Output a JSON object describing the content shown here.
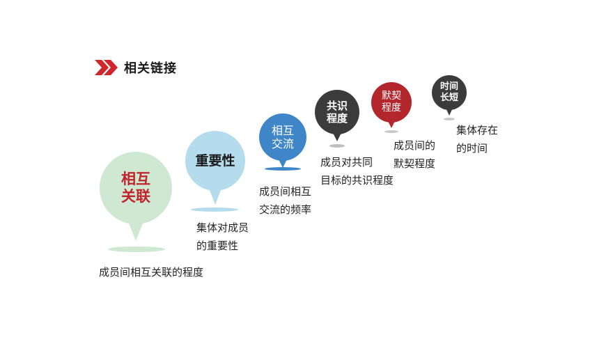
{
  "header": {
    "title": "相关链接"
  },
  "colors": {
    "accent_red": "#d0262c",
    "pin1": "#cfe8d2",
    "pin1_text": "#c0242a",
    "pin2": "#b4dced",
    "pin2_text": "#1a1a1a",
    "pin3": "#3f86c8",
    "pin4": "#3b3b3b",
    "pin5": "#b3262b",
    "pin6": "#3b3b3b"
  },
  "pins": [
    {
      "label": [
        "相互",
        "关联"
      ],
      "description": [
        "成员间相互关联的程度"
      ]
    },
    {
      "label": [
        "重要性"
      ],
      "description": [
        "集体对成员",
        "的重要性"
      ]
    },
    {
      "label": [
        "相互",
        "交流"
      ],
      "description": [
        "成员间相互",
        "交流的频率"
      ]
    },
    {
      "label": [
        "共识",
        "程度"
      ],
      "description": [
        "成员对共同",
        "目标的共识程度"
      ]
    },
    {
      "label": [
        "默契",
        "程度"
      ],
      "description": [
        "成员间的",
        "默契程度"
      ]
    },
    {
      "label": [
        "时间",
        "长短"
      ],
      "description": [
        "集体存在",
        "的时间"
      ]
    }
  ]
}
